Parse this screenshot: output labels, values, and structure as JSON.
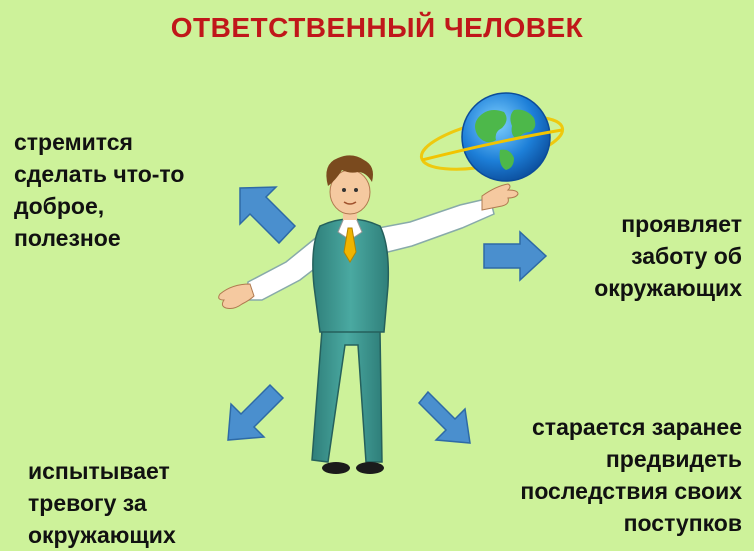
{
  "title": "ОТВЕТСТВЕННЫЙ ЧЕЛОВЕК",
  "captions": {
    "top_left": "стремится\nсделать что-то\nдоброе,\nполезное",
    "top_right": "проявляет\nзаботу об\nокружающих",
    "bottom_left": "испытывает\nтревогу за\nокружающих",
    "bottom_right": "старается заранее\nпредвидеть\nпоследствия своих\nпоступков"
  },
  "colors": {
    "background": "#cdf29a",
    "title": "#c0171a",
    "arrow": "#4a8fce",
    "suit": "#3f9a93",
    "tie": "#f0b400"
  },
  "icons": {
    "figure": "man-holding-globe-illustration",
    "globe": "globe-icon",
    "arrows": "arrow-icon"
  }
}
